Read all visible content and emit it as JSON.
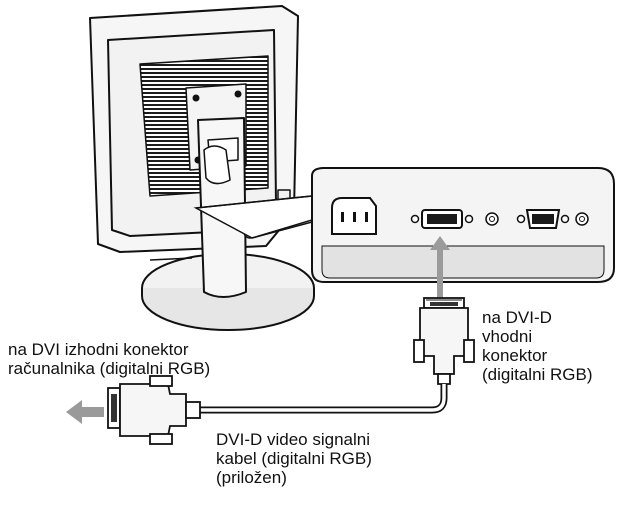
{
  "labels": {
    "dvid_input": [
      "na DVI-D",
      "vhodni",
      "konektor",
      "(digitalni RGB)"
    ],
    "dvi_output": [
      "na DVI izhodni konektor",
      "računalnika (digitalni RGB)"
    ],
    "cable": [
      "DVI-D video signalni",
      "kabel (digitalni RGB)",
      "(priložen)"
    ]
  },
  "colors": {
    "line": "#111111",
    "arrow_gray": "#9a9a9a",
    "panel_fill": "#f4f4f4",
    "monitor_fill": "#f2f2f2",
    "vent_dark": "#1c1c1c"
  }
}
